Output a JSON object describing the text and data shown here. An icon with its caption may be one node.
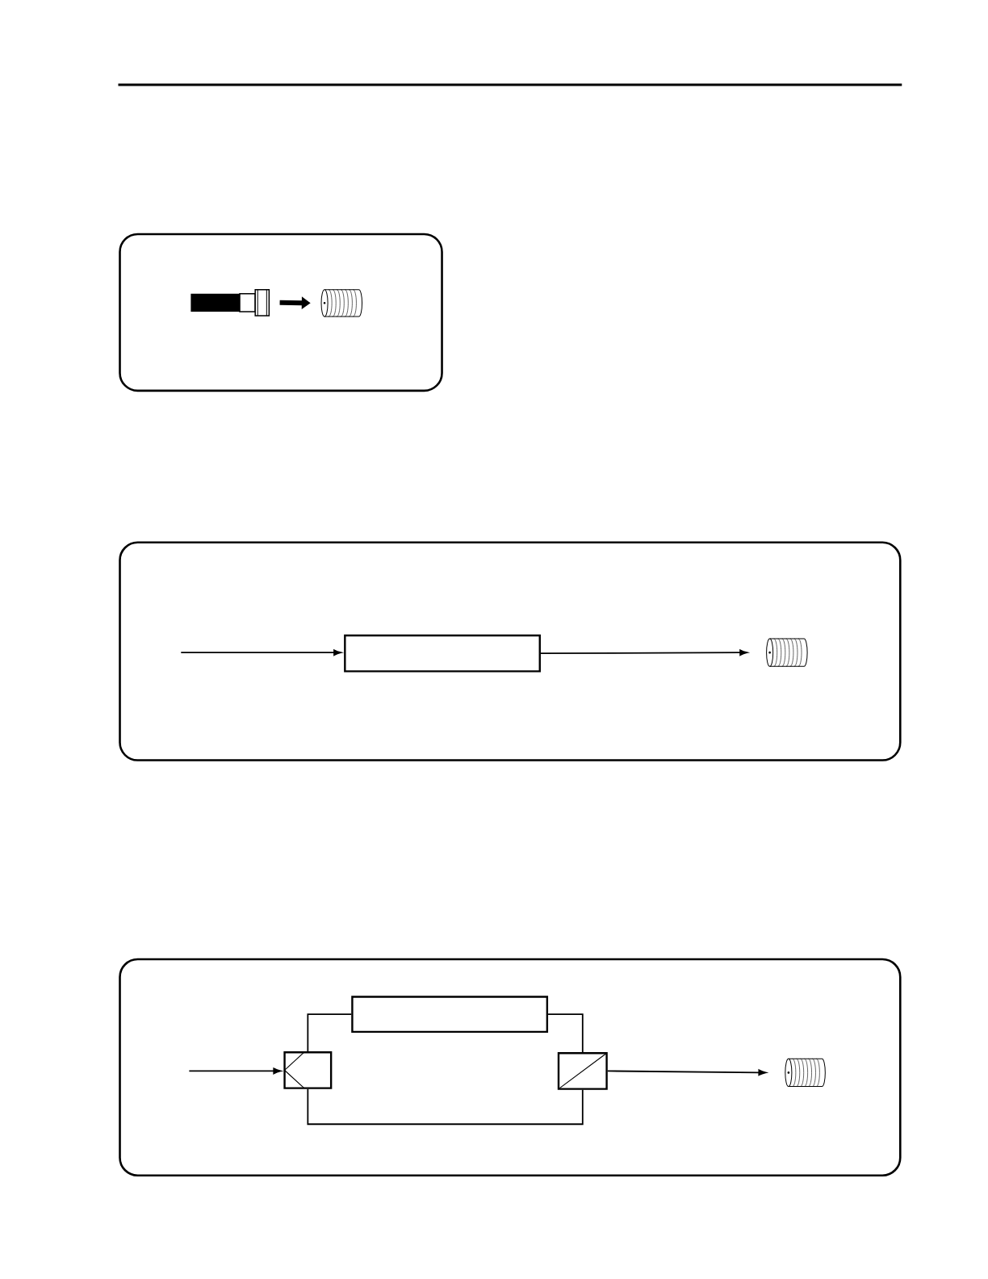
{
  "diagram": {
    "nodes": [
      {
        "text": [],
        "shape": "box"
      },
      {
        "text": [],
        "shape": "picture",
        "in": 0
      },
      {
        "text": [],
        "shape": "picture",
        "in": 0
      },
      {
        "text": [],
        "shape": "box"
      },
      {
        "text": [],
        "shape": "box",
        "in": 3
      },
      {
        "text": [],
        "shape": "picture",
        "in": 3
      },
      {
        "text": [],
        "shape": "box"
      },
      {
        "text": [],
        "shape": "box",
        "in": 6
      },
      {
        "text": [],
        "shape": "box",
        "in": 6
      },
      {
        "text": [],
        "shape": "box",
        "in": 6
      },
      {
        "text": [],
        "shape": "picture",
        "in": 6
      }
    ],
    "edges": [
      {
        "from": 1,
        "to": 2,
        "arrow": "to",
        "style": "thick"
      },
      {
        "from": null,
        "to": 4,
        "arrow": "to"
      },
      {
        "from": 4,
        "to": 5,
        "arrow": "to"
      },
      {
        "from": null,
        "to": 7,
        "arrow": "to"
      },
      {
        "from": 7,
        "to": 8,
        "arrow": "none"
      },
      {
        "from": 8,
        "to": 9,
        "arrow": "none"
      },
      {
        "from": 7,
        "to": 9,
        "arrow": "none"
      },
      {
        "from": 9,
        "to": 10,
        "arrow": "to"
      }
    ]
  }
}
